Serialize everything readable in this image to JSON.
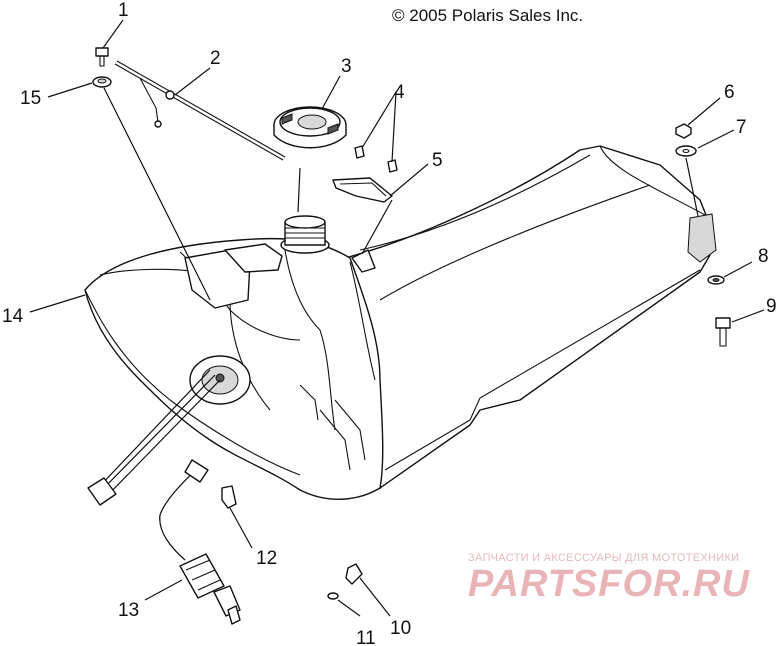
{
  "header": {
    "copyright": "© 2005 Polaris Sales Inc."
  },
  "watermark": {
    "subtitle": "ЗАПЧАСТИ И АКСЕССУАРЫ ДЛЯ МОТОТЕХНИКИ",
    "brand": "PARTSFOR.RU",
    "color": "#e8b4b8"
  },
  "callouts": {
    "c1": "1",
    "c2": "2",
    "c3": "3",
    "c4": "4",
    "c5": "5",
    "c6": "6",
    "c7": "7",
    "c8": "8",
    "c9": "9",
    "c10": "10",
    "c11": "11",
    "c12": "12",
    "c13": "13",
    "c14": "14",
    "c15": "15"
  }
}
